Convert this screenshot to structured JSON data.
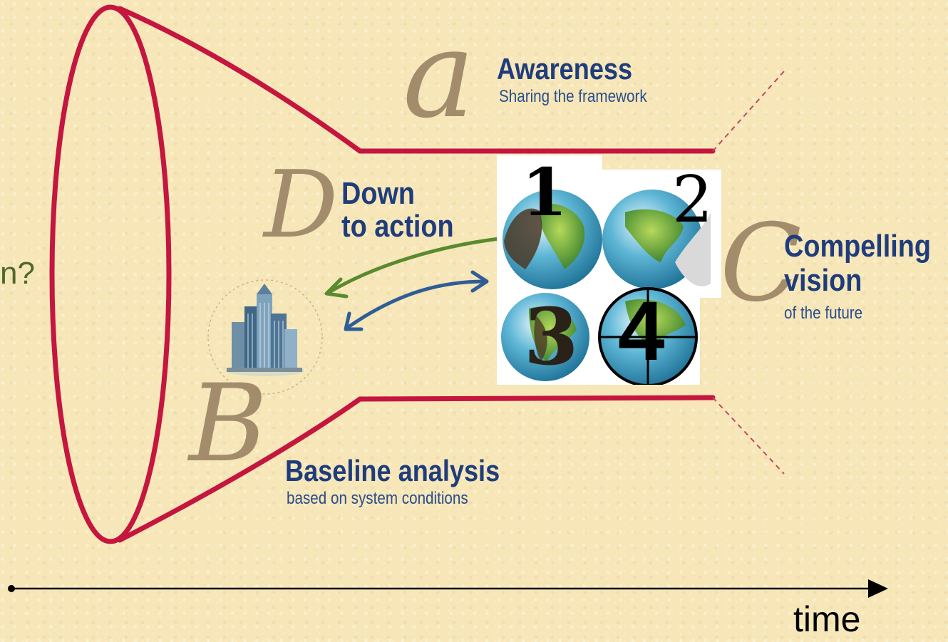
{
  "left_text": "n?",
  "stages": {
    "a": {
      "letter": "a",
      "title": "Awareness",
      "subtitle": "Sharing the framework"
    },
    "b": {
      "letter": "B",
      "title": "Baseline analysis",
      "subtitle": "based on system conditions"
    },
    "c": {
      "letter": "C",
      "title": "Compelling",
      "title2": "vision",
      "subtitle": "of the future"
    },
    "d": {
      "letter": "D",
      "title": "Down",
      "title2": "to action"
    }
  },
  "globes": [
    "1",
    "2",
    "3",
    "4"
  ],
  "time_label": "time",
  "colors": {
    "background": "#f6e6b8",
    "funnel": "#c4163e",
    "heading": "#1f3d7c",
    "script_letters": "#9c8566",
    "green_arrow": "#5a8a2e",
    "blue_arrow": "#2f5d95",
    "dashed": "#c24868"
  }
}
